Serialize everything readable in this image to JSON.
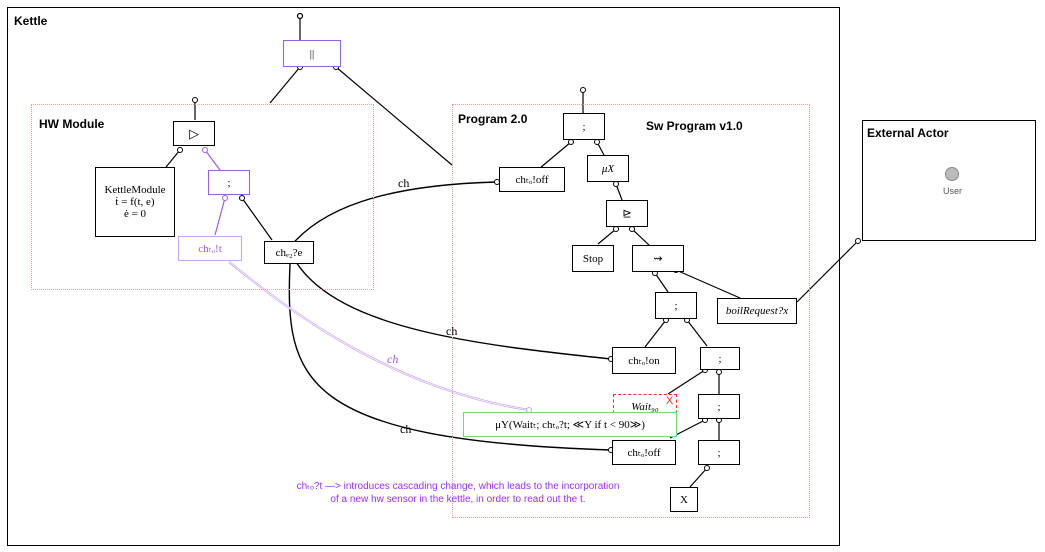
{
  "containers": {
    "kettle": "Kettle",
    "hw_module": "HW Module",
    "program": "Program 2.0",
    "sw_program": "Sw Program v1.0",
    "external_actor": "External Actor"
  },
  "nodes": {
    "parallel": "||",
    "seq_hw": "▷",
    "kettle_module_l1": "KettleModule",
    "kettle_module_l2": "ṫ = f(t, e)",
    "kettle_module_l3": "ė = 0",
    "semicolon_hw": ";",
    "ch_t_out": "chₜₒ!t",
    "ch_e_in": "chₑ₂?e",
    "semicolon_top": ";",
    "ch_off_top": "chₜₒ!off",
    "mu_x": "μX",
    "choice": "⊵",
    "stop": "Stop",
    "interrupt": "⇝",
    "boil_request": "boilRequest?x",
    "semicolon_mid": ";",
    "ch_on": "chₜₒ!on",
    "semicolon_r1": ";",
    "wait": "Wait₉₀",
    "semicolon_r2": ";",
    "mu_y": "μY(Waitₜ; chₜₒ?t; ≪Y if t < 90≫)",
    "ch_off_bottom": "chₜₒ!off",
    "semicolon_r3": ";",
    "x_leaf": "X",
    "user": "User",
    "x_mark": "X"
  },
  "channel_labels": {
    "ch1": "ch",
    "ch2": "ch",
    "ch3": "ch",
    "ch4": "ch"
  },
  "note": {
    "line1": "chₜₒ?t —> introduces cascading change, which leads to the incorporation",
    "line2": "of a new hw sensor in the kettle, in order to read out the t."
  },
  "colors": {
    "purple": "#9b5de5",
    "light_purple": "#c9a3f0",
    "green": "#6edc6e",
    "red": "#ff2a2a",
    "note": "#9b30ff"
  }
}
